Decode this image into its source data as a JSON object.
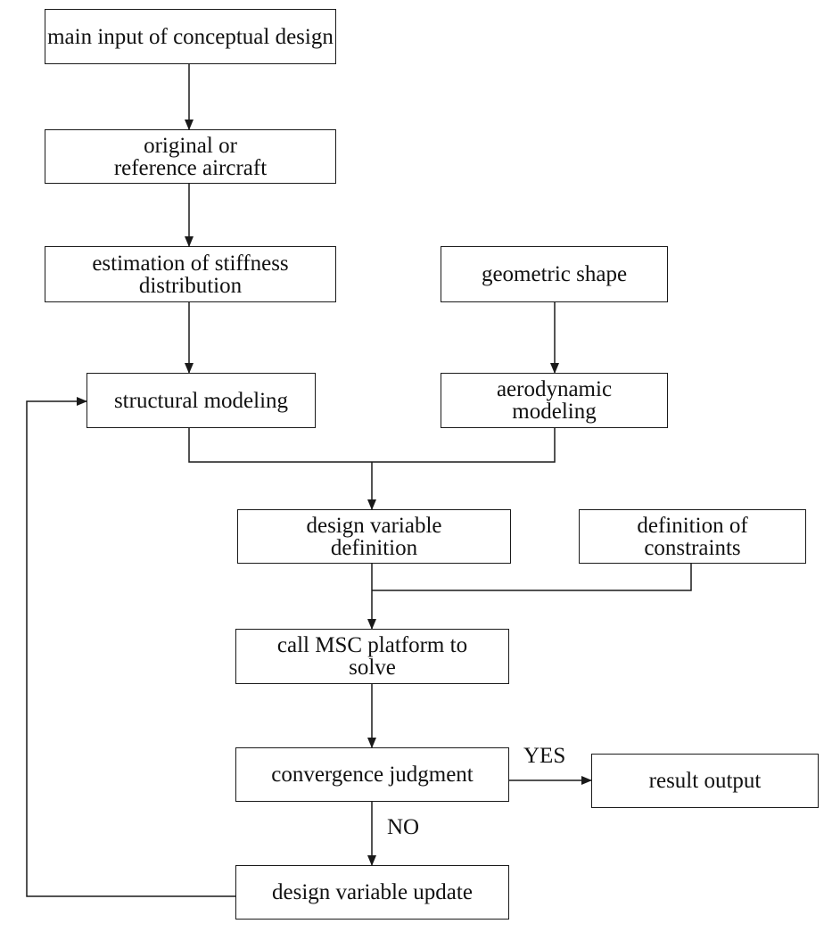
{
  "nodes": {
    "main_input": "main input of conceptual design",
    "original_aircraft": "original or reference aircraft",
    "stiffness": "estimation of stiffness distribution",
    "geometric_shape": "geometric shape",
    "structural_modeling": "structural modeling",
    "aerodynamic_modeling": "aerodynamic modeling",
    "design_variable_definition": "design variable definition",
    "constraints": "definition of constraints",
    "msc_solve": "call MSC platform to solve",
    "convergence": "convergence judgment",
    "result_output": "result output",
    "update": "design variable update"
  },
  "labels": {
    "yes": "YES",
    "no": "NO"
  },
  "colors": {
    "line": "#1a1a1a",
    "text": "#111111",
    "background": "#ffffff"
  }
}
